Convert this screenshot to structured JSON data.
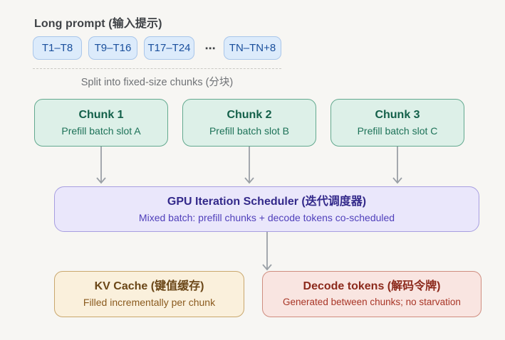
{
  "colors": {
    "background": "#f7f6f3",
    "label_text": "#3f4246",
    "muted_text": "#6f7276",
    "dashed_line": "#c9c9c4",
    "arrow": "#9aa0a6",
    "chip_bg": "#dcebfb",
    "chip_border": "#a9c6ea",
    "chip_text": "#1a4f9c",
    "chunk_bg": "#ddf0e8",
    "chunk_border": "#63a98f",
    "chunk_title": "#14604a",
    "chunk_subtitle": "#1d7258",
    "scheduler_bg": "#eae7fb",
    "scheduler_border": "#a79ee0",
    "scheduler_title": "#33298a",
    "scheduler_subtitle": "#5040bb",
    "kv_bg": "#faf0dc",
    "kv_border": "#c9a76d",
    "kv_title": "#6b4718",
    "kv_subtitle": "#8a5a1e",
    "decode_bg": "#f9e5e1",
    "decode_border": "#cf8d7f",
    "decode_title": "#8c2a1c",
    "decode_subtitle": "#a83526"
  },
  "prompt": {
    "label": "Long prompt (输入提示)",
    "chips": [
      "T1–T8",
      "T9–T16",
      "T17–T24",
      "TN–TN+8"
    ],
    "ellipsis": "⋯",
    "split_caption": "Split into fixed-size chunks (分块)"
  },
  "chunks": [
    {
      "title": "Chunk 1",
      "subtitle": "Prefill batch slot A"
    },
    {
      "title": "Chunk 2",
      "subtitle": "Prefill batch slot B"
    },
    {
      "title": "Chunk 3",
      "subtitle": "Prefill batch slot C"
    }
  ],
  "scheduler": {
    "title": "GPU Iteration Scheduler (迭代调度器)",
    "subtitle": "Mixed batch: prefill chunks + decode tokens co-scheduled"
  },
  "kv_cache": {
    "title": "KV Cache (键值缓存)",
    "subtitle": "Filled incrementally per chunk"
  },
  "decode": {
    "title": "Decode tokens (解码令牌)",
    "subtitle": "Generated between chunks; no starvation"
  }
}
